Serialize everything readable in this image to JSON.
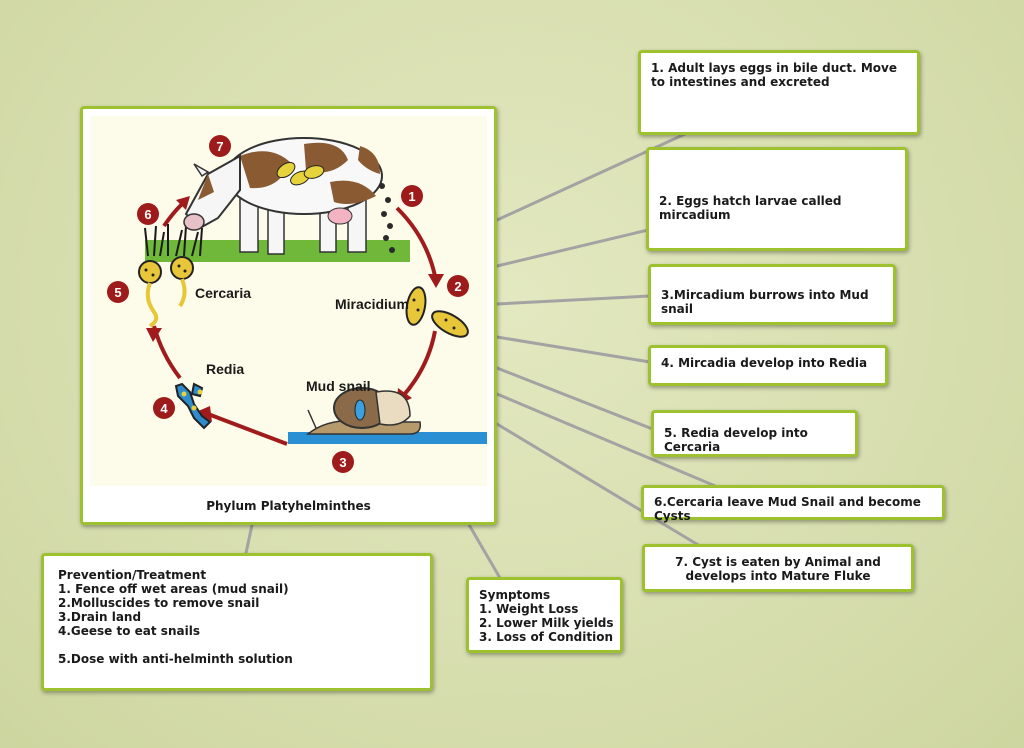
{
  "central": {
    "caption": "Phylum Platyhelminthes",
    "labels": {
      "cercaria": "Cercaria",
      "miracidium": "Miracidium",
      "redia": "Redia",
      "mud_snail": "Mud snail"
    },
    "stage_numbers": [
      "1",
      "2",
      "3",
      "4",
      "5",
      "6",
      "7"
    ]
  },
  "steps": [
    "1. Adult lays eggs in bile duct. Move to intestines and excreted",
    "2. Eggs hatch larvae called mircadium",
    "3.Mircadium burrows into Mud snail",
    "4. Mircadia develop into Redia",
    "5. Redia develop into Cercaria",
    "6.Cercaria leave Mud Snail and become Cysts",
    "7. Cyst is eaten by Animal and develops into Mature Fluke"
  ],
  "prevention": {
    "lines": [
      "Prevention/Treatment",
      "1. Fence off wet areas (mud snail)",
      "2.Molluscides to remove snail",
      "3.Drain land",
      "4.Geese to eat snails",
      "",
      "5.Dose with anti-helminth solution"
    ]
  },
  "symptoms": {
    "lines": [
      "Symptoms",
      "1. Weight Loss",
      "2. Lower Milk yields",
      "3. Loss of Condition"
    ]
  },
  "colors": {
    "background": "#d5dcab",
    "node_border": "#9dc12f",
    "connector": "#a3a3a3",
    "cycle_arrow": "#a01c1c"
  },
  "icons": [
    "cow-icon",
    "snail-icon",
    "miracidium-icon",
    "redia-icon",
    "cercaria-icon",
    "grass-icon"
  ]
}
